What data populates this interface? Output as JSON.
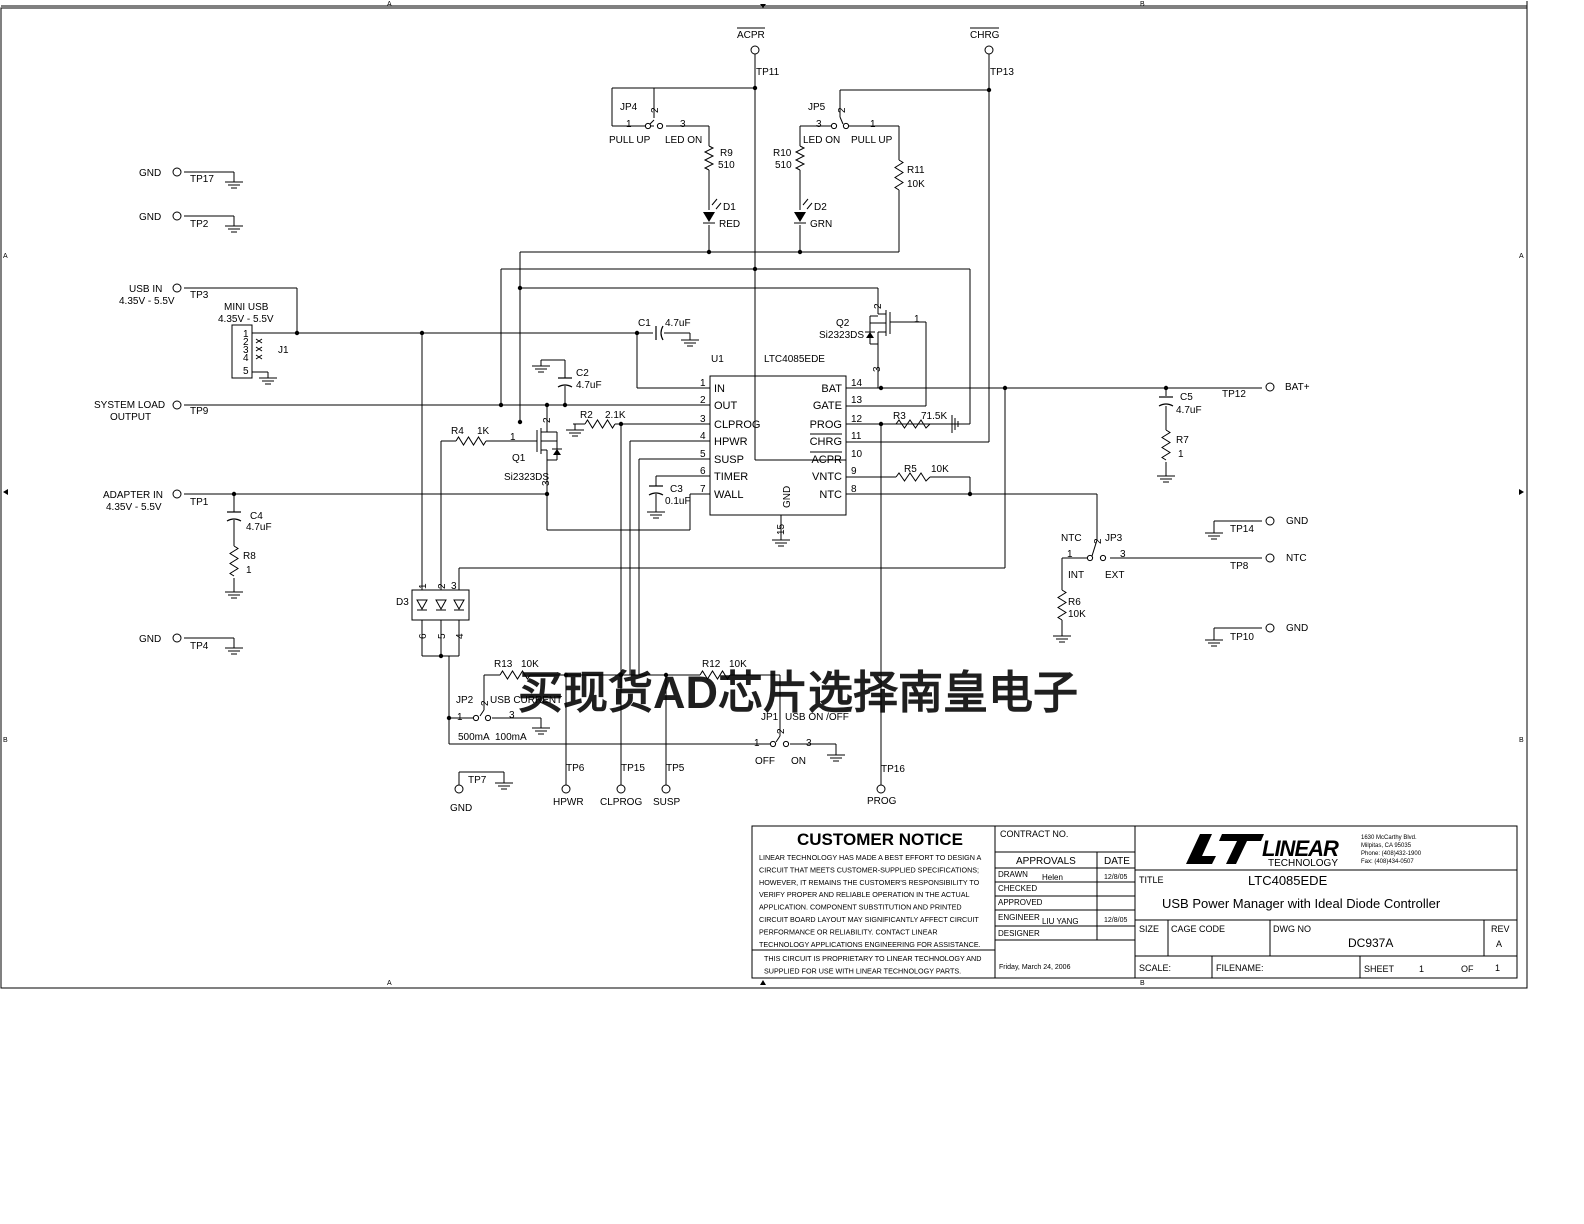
{
  "frame": {
    "zone_top_left": "A",
    "zone_top_right": "B",
    "zone_bottom_left": "A",
    "zone_bottom_right": "B",
    "zone_side_upper": "A",
    "zone_side_lower": "B"
  },
  "signals": {
    "acpr": "ACPR",
    "chrg": "CHRG"
  },
  "testpoints": {
    "tp11": "TP11",
    "tp13": "TP13",
    "tp17": "TP17",
    "tp2": "TP2",
    "tp3": "TP3",
    "tp9": "TP9",
    "tp1": "TP1",
    "tp4": "TP4",
    "tp7": "TP7",
    "tp6": "TP6",
    "tp15": "TP15",
    "tp5": "TP5",
    "tp16": "TP16",
    "tp12": "TP12",
    "tp14": "TP14",
    "tp8": "TP8",
    "tp10": "TP10"
  },
  "ports": {
    "gnd": "GND",
    "usb_in": "USB IN",
    "usb_range": "4.35V - 5.5V",
    "sys_load_1": "SYSTEM LOAD",
    "sys_load_2": "OUTPUT",
    "adapter_in": "ADAPTER IN",
    "adapter_range": "4.35V - 5.5V",
    "bat": "BAT+",
    "ntc": "NTC",
    "hpwr": "HPWR",
    "clprog": "CLPROG",
    "susp": "SUSP",
    "prog": "PROG"
  },
  "jumpers": {
    "jp4": "JP4",
    "jp5": "JP5",
    "jp3": "JP3",
    "jp2": "JP2",
    "jp1": "JP1",
    "pull_up": "PULL UP",
    "led_on": "LED ON",
    "ntc": "NTC",
    "int": "INT",
    "ext": "EXT",
    "usb_current": "USB CURRENT",
    "ma500": "500mA",
    "ma100": "100mA",
    "usb_onoff": "USB ON /OFF",
    "off": "OFF",
    "on": "ON",
    "p1": "1",
    "p2": "2",
    "p3": "3"
  },
  "parts": {
    "r9": "R9",
    "r9v": "510",
    "r10": "R10",
    "r10v": "510",
    "r11": "R11",
    "r11v": "10K",
    "d1": "D1",
    "d1v": "RED",
    "d2": "D2",
    "d2v": "GRN",
    "c1": "C1",
    "c1v": "4.7uF",
    "c2": "C2",
    "c2v": "4.7uF",
    "c3": "C3",
    "c3v": "0.1uF",
    "c4": "C4",
    "c4v": "4.7uF",
    "c5": "C5",
    "c5v": "4.7uF",
    "r2": "R2",
    "r2v": "2.1K",
    "r3": "R3",
    "r3v": "71.5K",
    "r4": "R4",
    "r4v": "1K",
    "r5": "R5",
    "r5v": "10K",
    "r6": "R6",
    "r6v": "10K",
    "r7": "R7",
    "r7v": "1",
    "r8": "R8",
    "r8v": "1",
    "r12": "R12",
    "r12v": "10K",
    "r13": "R13",
    "r13v": "10K",
    "q1": "Q1",
    "q2": "Q2",
    "si": "Si2323DS",
    "j1": "J1",
    "mini_usb": "MINI USB",
    "mini_usb_v": "4.35V - 5.5V",
    "d3": "D3"
  },
  "ic": {
    "ref": "U1",
    "part": "LTC4085EDE",
    "left_pins": [
      {
        "num": "1",
        "name": "IN"
      },
      {
        "num": "2",
        "name": "OUT"
      },
      {
        "num": "3",
        "name": "CLPROG"
      },
      {
        "num": "4",
        "name": "HPWR"
      },
      {
        "num": "5",
        "name": "SUSP"
      },
      {
        "num": "6",
        "name": "TIMER"
      },
      {
        "num": "7",
        "name": "WALL"
      }
    ],
    "right_pins": [
      {
        "num": "14",
        "name": "BAT"
      },
      {
        "num": "13",
        "name": "GATE"
      },
      {
        "num": "12",
        "name": "PROG"
      },
      {
        "num": "11",
        "name": "CHRG"
      },
      {
        "num": "10",
        "name": "ACPR"
      },
      {
        "num": "9",
        "name": "VNTC"
      },
      {
        "num": "8",
        "name": "NTC"
      }
    ],
    "gnd_pin": {
      "num": "15",
      "name": "GND"
    }
  },
  "notice": {
    "title": "CUSTOMER NOTICE",
    "lines": [
      "LINEAR TECHNOLOGY HAS MADE A BEST EFFORT TO DESIGN A",
      "CIRCUIT THAT MEETS CUSTOMER-SUPPLIED SPECIFICATIONS;",
      "HOWEVER, IT REMAINS THE CUSTOMER'S RESPONSIBILITY TO",
      "VERIFY PROPER AND RELIABLE OPERATION IN THE ACTUAL",
      "APPLICATION.  COMPONENT SUBSTITUTION AND PRINTED",
      "CIRCUIT BOARD LAYOUT MAY SIGNIFICANTLY AFFECT CIRCUIT",
      "PERFORMANCE OR RELIABILITY.  CONTACT LINEAR",
      "TECHNOLOGY APPLICATIONS ENGINEERING FOR ASSISTANCE."
    ],
    "prop_lines": [
      "THIS CIRCUIT IS PROPRIETARY TO LINEAR TECHNOLOGY AND",
      "SUPPLIED FOR USE WITH LINEAR TECHNOLOGY PARTS."
    ]
  },
  "titleblock": {
    "contract": "CONTRACT NO.",
    "approvals": "APPROVALS",
    "date": "DATE",
    "drawn": "DRAWN",
    "drawn_by": "Helen",
    "drawn_date": "12/8/05",
    "checked": "CHECKED",
    "approved": "APPROVED",
    "engineer": "ENGINEER",
    "engineer_name": "LIU YANG",
    "engineer_date": "12/8/05",
    "designer": "DESIGNER",
    "print_date": "Friday, March 24, 2006",
    "logo_main": "LINEAR",
    "logo_sub": "TECHNOLOGY",
    "addr": [
      "1630 McCarthy Blvd.",
      "Milpitas, CA 95035",
      "Phone: (408)432-1900",
      "Fax: (408)434-0507"
    ],
    "title_label": "TITLE",
    "title_1": "LTC4085EDE",
    "title_2": "USB Power Manager with Ideal Diode Controller",
    "size": "SIZE",
    "cage": "CAGE CODE",
    "dwg": "DWG NO",
    "dwg_no": "DC937A",
    "rev": "REV",
    "rev_val": "A",
    "scale": "SCALE:",
    "filename": "FILENAME:",
    "sheet": "SHEET",
    "sheet_num": "1",
    "of": "OF",
    "sheet_total": "1"
  },
  "watermark": "买现货AD芯片选择南皇电子"
}
